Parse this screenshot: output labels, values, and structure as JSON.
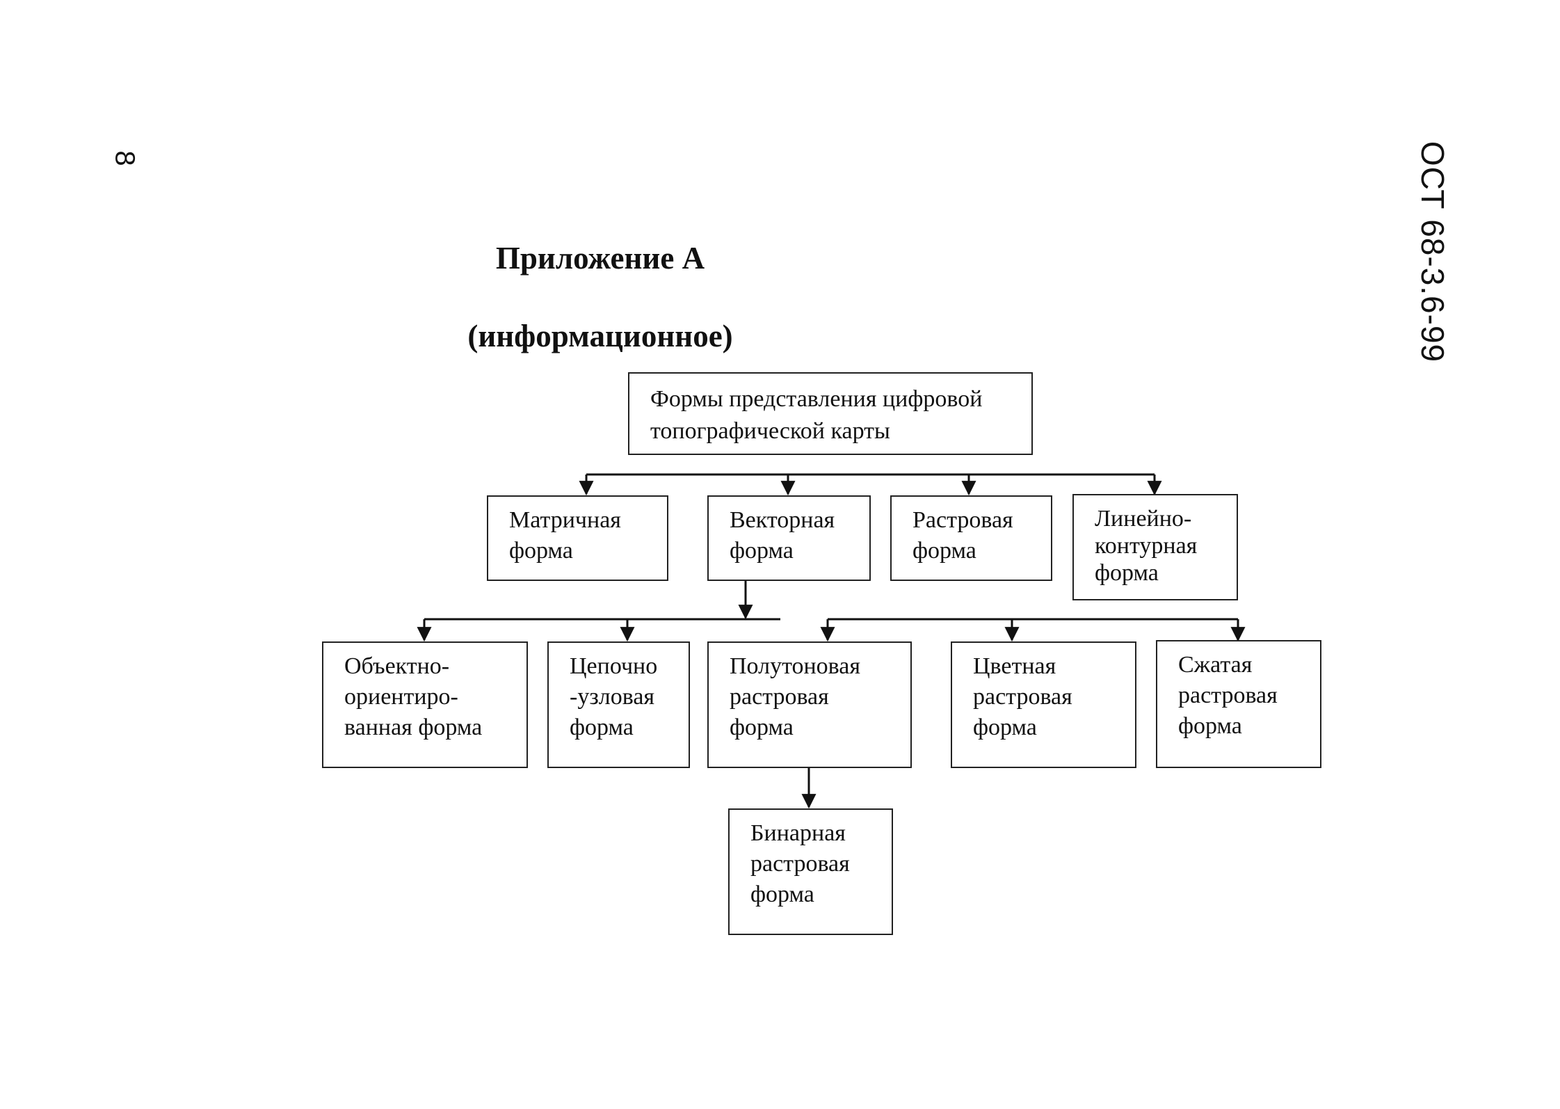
{
  "page": {
    "number": "8",
    "doc_code": "ОСТ 68-3.6-99"
  },
  "heading": {
    "title": "Приложение А",
    "subtitle": "(информационное)"
  },
  "diagram": {
    "root": "Формы представления цифровой\nтопографической карты",
    "level1": {
      "matrix": "Матричная\nформа",
      "vector": "Векторная\nформа",
      "raster": "Растровая\nформа",
      "line_contour": "Линейно-\nконтурная\nформа"
    },
    "vector_children": {
      "object_oriented": "Объектно-\nориентиро-\nванная форма",
      "chain_node": "Цепочно\n-узловая\nформа"
    },
    "raster_children": {
      "halftone": "Полутоновая\nрастровая\nформа",
      "color": "Цветная\nрастровая\nформа",
      "compressed": "Сжатая\nрастровая\nформа"
    },
    "halftone_child": {
      "binary": "Бинарная\nрастровая\nформа"
    }
  }
}
